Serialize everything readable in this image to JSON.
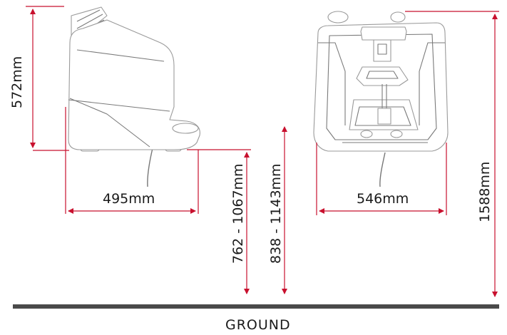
{
  "dimensions": {
    "side_height": "572mm",
    "side_depth": "495mm",
    "bowl_height_range": "762 - 1067mm",
    "mount_height_range": "838 - 1143mm",
    "front_width": "546mm",
    "total_height": "1588mm"
  },
  "ground_label": "GROUND",
  "colors": {
    "dimension_line": "#c8102e",
    "outline": "#9a9a9a",
    "text": "#1a1a1a",
    "ground_line": "#4a4a4a"
  }
}
